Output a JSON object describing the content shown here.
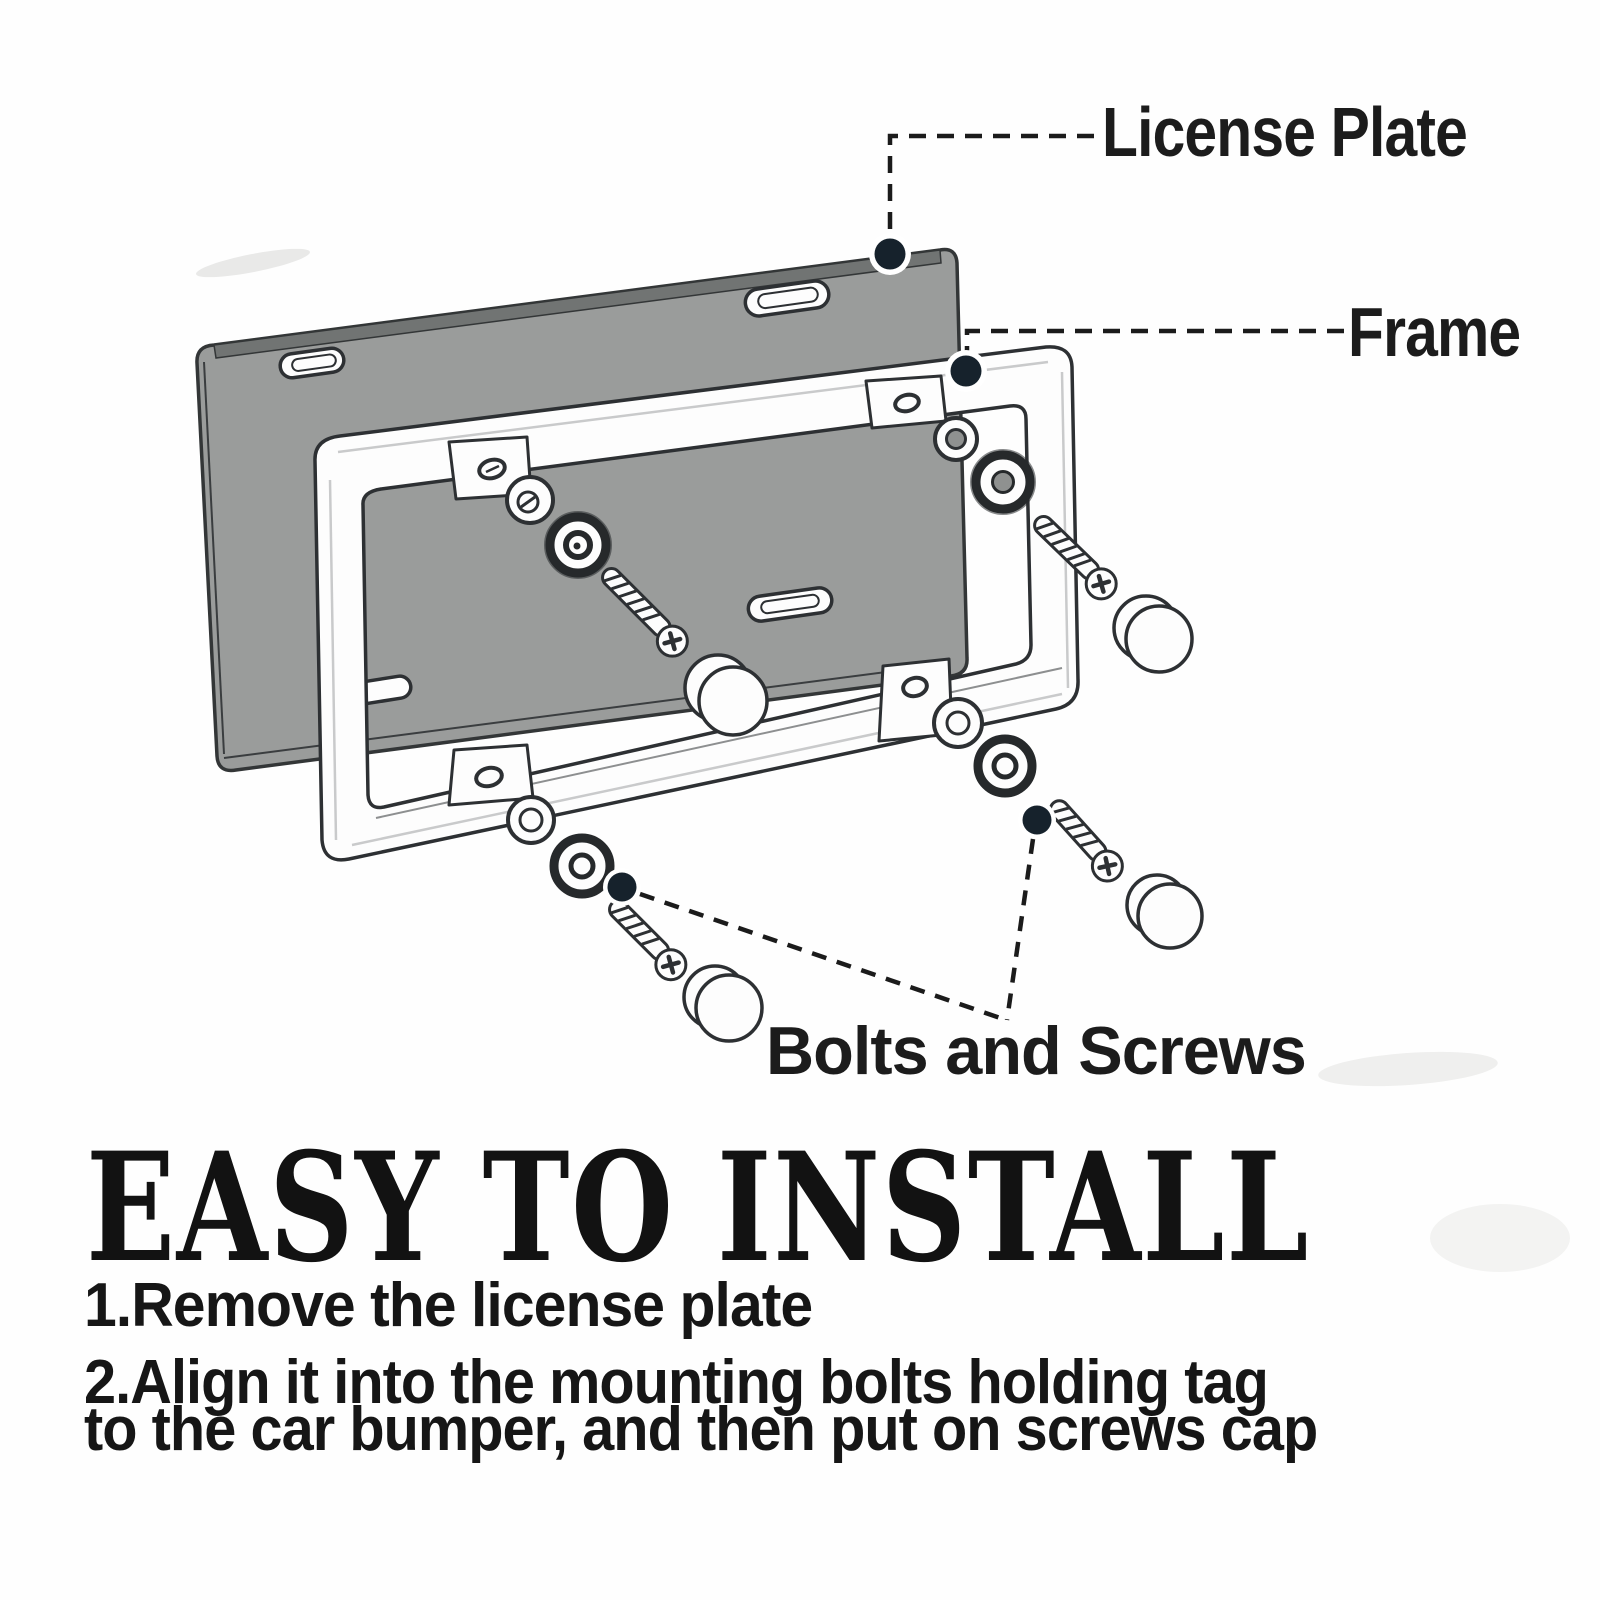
{
  "callouts": {
    "license_plate": "License Plate",
    "frame": "Frame",
    "bolts_and_screws": "Bolts and Screws"
  },
  "heading": "EASY TO INSTALL",
  "steps": [
    "1.Remove the license plate",
    "2.Align it into the mounting bolts holding tag",
    "to the car bumper, and then put on screws cap"
  ],
  "diagram_parts": [
    "license-plate",
    "frame",
    "mounting-tabs",
    "plate-slots",
    "washers",
    "rubber-grommets",
    "screws",
    "screw-caps",
    "callout-anchor-dots",
    "dashed-leader-lines"
  ],
  "colors": {
    "plate_gray": "#9a9c9b",
    "plate_edge_dark": "#717473",
    "line_ink": "#2d3033",
    "anchor_dot": "#16222c",
    "text": "#1a1a1a",
    "paper": "#fefefe"
  }
}
